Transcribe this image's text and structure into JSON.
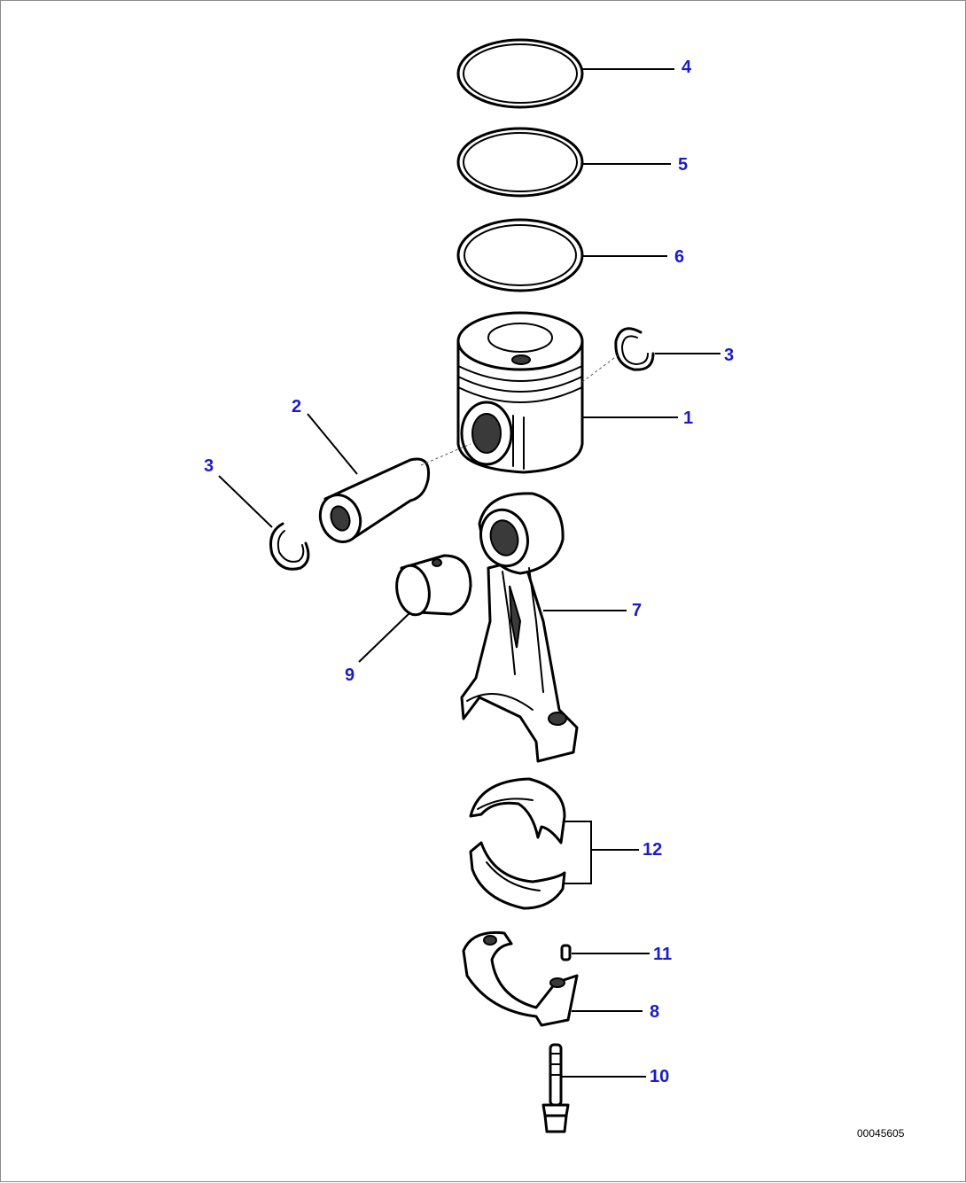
{
  "figure_id": "00045605",
  "callouts": {
    "c4": "4",
    "c5": "5",
    "c6": "6",
    "c3_right": "3",
    "c1": "1",
    "c2": "2",
    "c3_left": "3",
    "c7": "7",
    "c9": "9",
    "c12": "12",
    "c11": "11",
    "c8": "8",
    "c10": "10"
  }
}
